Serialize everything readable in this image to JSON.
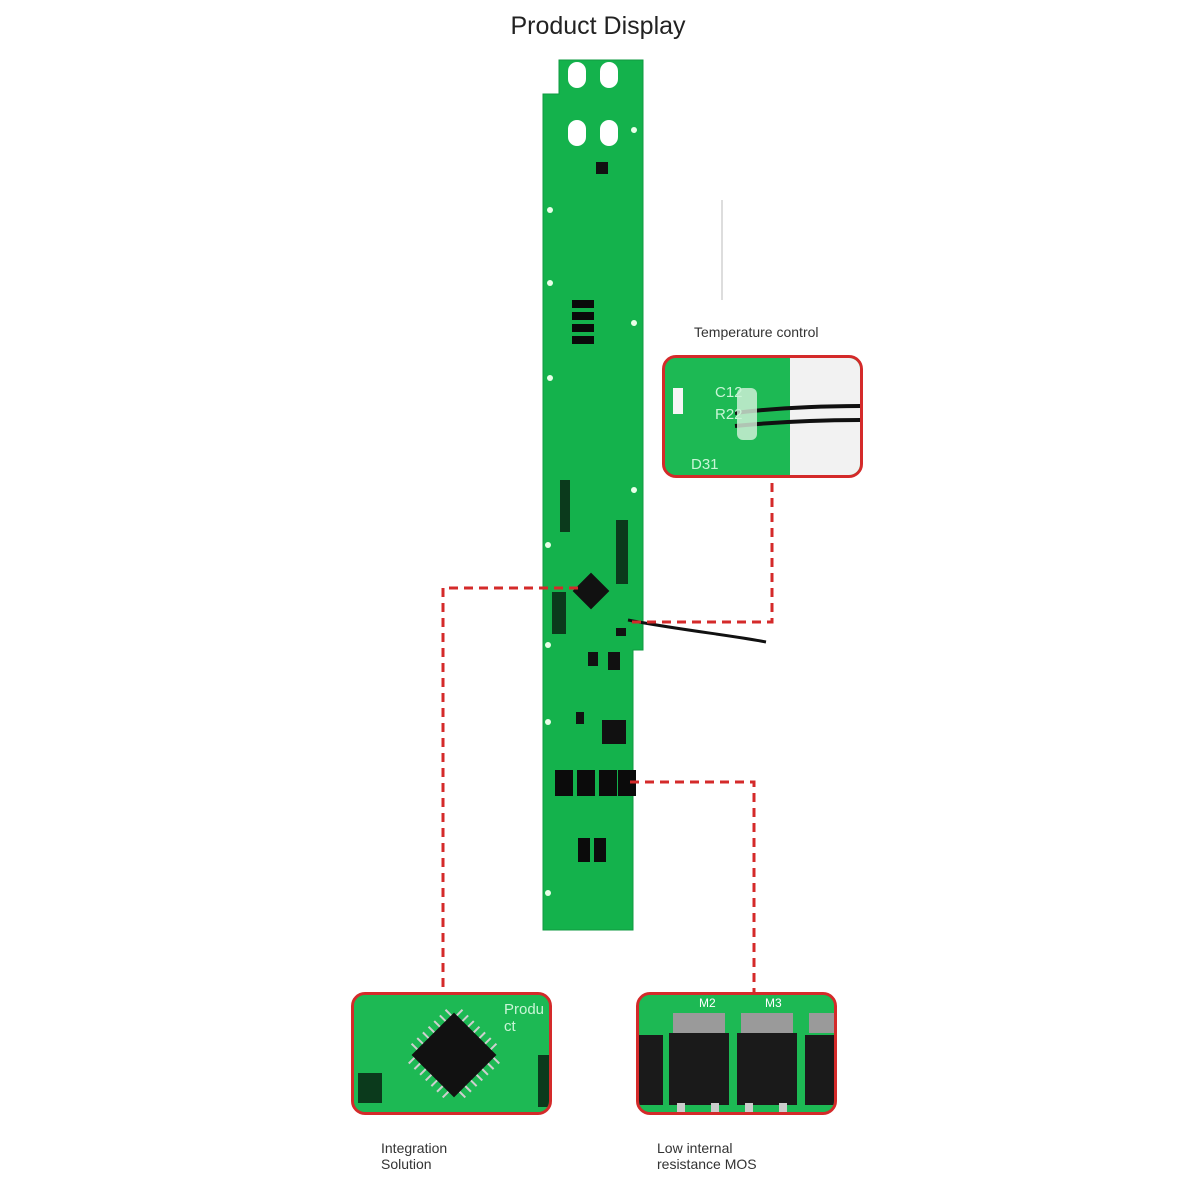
{
  "title": "Product Display",
  "colors": {
    "pcb_green": "#14b24c",
    "callout_red": "#d42a2a",
    "chip_black": "#111111",
    "background": "#ffffff"
  },
  "callouts": {
    "temperature": {
      "label": "Temperature control",
      "silkscreen": [
        "C12",
        "R22",
        "D31"
      ]
    },
    "integration": {
      "line1": "Integration",
      "line2": "Solution",
      "silkscreen": "Produ\nct"
    },
    "mos": {
      "line1": "Low internal",
      "line2": "resistance MOS",
      "silkscreen": [
        "M2",
        "M3"
      ]
    }
  }
}
